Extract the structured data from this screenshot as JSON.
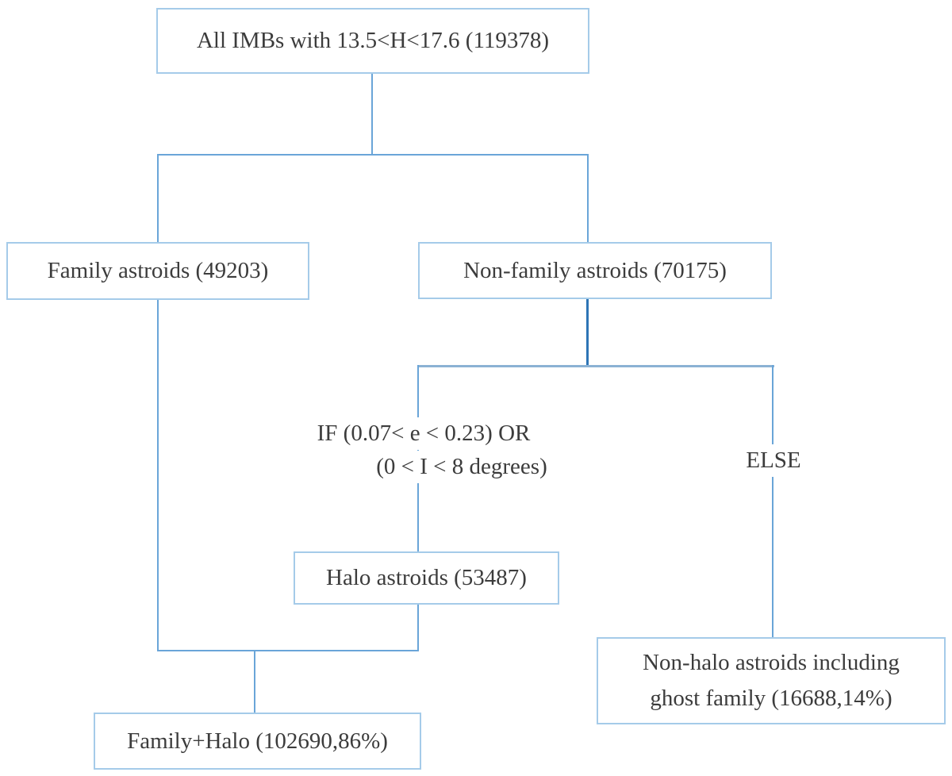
{
  "diagram": {
    "type": "flowchart",
    "nodes": {
      "all_imbs": {
        "label": "All IMBs with 13.5<H<17.6 (119378)"
      },
      "family": {
        "label": "Family astroids (49203)"
      },
      "non_family": {
        "label": "Non-family astroids (70175)"
      },
      "halo": {
        "label": "Halo astroids (53487)"
      },
      "non_halo": {
        "line1": "Non-halo astroids including",
        "line2": "ghost family (16688,14%)"
      },
      "family_halo": {
        "label": "Family+Halo (102690,86%)"
      }
    },
    "labels": {
      "if_condition_line1": "IF (0.07< e < 0.23) OR",
      "if_condition_line2": "(0 < I < 8 degrees)",
      "else_label": "ELSE"
    },
    "edges": [
      {
        "from": "all_imbs",
        "to": "family"
      },
      {
        "from": "all_imbs",
        "to": "non_family"
      },
      {
        "from": "non_family",
        "to": "halo",
        "condition": "IF (0.07< e < 0.23) OR (0 < I < 8 degrees)"
      },
      {
        "from": "non_family",
        "to": "non_halo",
        "condition": "ELSE"
      },
      {
        "from": "family",
        "to": "family_halo"
      },
      {
        "from": "halo",
        "to": "family_halo"
      }
    ],
    "colors": {
      "box_border": "#a5cbe9",
      "connector": "#6aa5d8",
      "connector_dark": "#2e75b6",
      "connector_muted": "#8bb2d4",
      "text": "#3c3c3c",
      "background": "#ffffff"
    }
  }
}
